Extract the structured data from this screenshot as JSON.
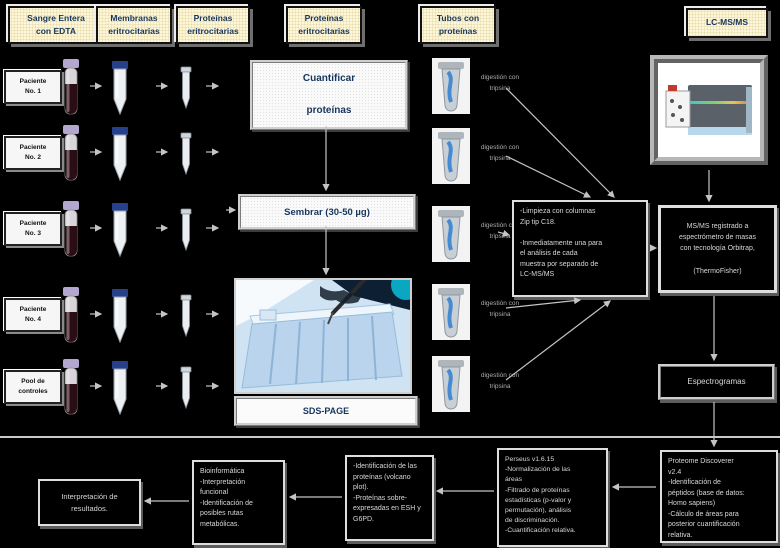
{
  "colors": {
    "background": "#000000",
    "accent_navy": "#17365d",
    "header_fill": "#fdf6d8",
    "connector": "#c4c4c4"
  },
  "headers": [
    {
      "label": "Sangre Entera\ncon EDTA"
    },
    {
      "label": "Membranas\neritrocitarias"
    },
    {
      "label": "Proteínas\neritrocitarias"
    },
    {
      "label": "Proteínas\neritrocitarias"
    },
    {
      "label": "Tubos con\nproteínas"
    },
    {
      "label": "LC-MS/MS"
    }
  ],
  "samples": [
    {
      "label": "Paciente\nNo. 1"
    },
    {
      "label": "Paciente\nNo. 2"
    },
    {
      "label": "Paciente\nNo. 3"
    },
    {
      "label": "Paciente\nNo. 4"
    },
    {
      "label": "Pool de\ncontroles"
    }
  ],
  "tubes_column": {
    "digestion_label": "digestión con\ntripsina"
  },
  "center": {
    "quantify_label": "Cuantificar\n\nproteínas",
    "seed_label": "Sembrar (30-50 µg)",
    "gel_caption": "SDS-PAGE"
  },
  "cleanup_box": {
    "text": "-Limpieza con columnas\nZip tip C18.\n\n-Inmediatamente una para\nel análisis de cada\nmuestra por separado de\nLC-MS/MS"
  },
  "ms_box": {
    "text": "MS/MS registrado a\nespectrómetro de masas\ncon tecnología Orbitrap,\n\n(ThermoFisher)"
  },
  "spectra_box": {
    "label": "Espectrogramas"
  },
  "bottom_row": [
    {
      "text": "Proteome Discoverer\nv2.4\n-Identificación de\npéptidos (base de datos:\nHomo sapiens)\n-Cálculo de áreas para\nposterior cuantificación\nrelativa."
    },
    {
      "text": "Perseus v1.6.15\n-Normalización de las\náreas\n-Filtrado de proteínas\nestadísticas (p-valor y\npermutación), análisis\nde discriminación.\n-Cuantificación relativa."
    },
    {
      "text": "-Identificación de las\nproteínas (volcano\nplot).\n-Proteínas sobre-\nexpresadas en ESH y\nG6PD."
    },
    {
      "text": "Bioinformática\n-Interpretación\nfuncional\n-Identificación de\nposibles rutas\nmetabólicas."
    },
    {
      "text": "Interpretación de\nresultados."
    }
  ]
}
